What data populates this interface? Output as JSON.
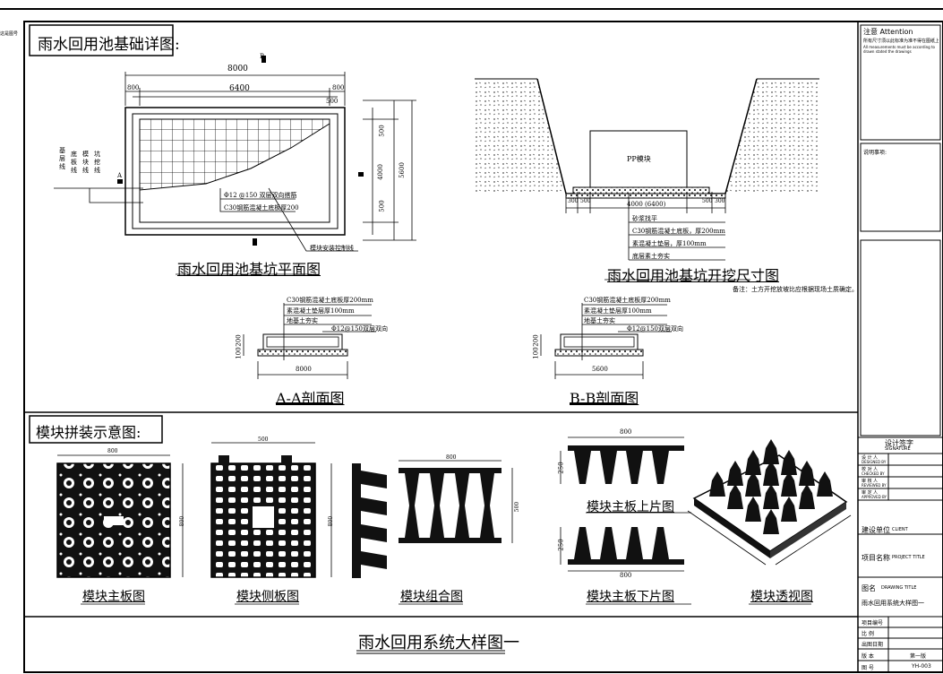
{
  "frame": {
    "bg": "#ffffff",
    "ink": "#000000"
  },
  "sections": {
    "foundation_header": "雨水回用池基础详图:",
    "module_header": "模块拼装示意图:"
  },
  "plan": {
    "title": "雨水回用池基坑平面图",
    "dim_total": "8000",
    "dim_inner": "6400",
    "dim_left": "800",
    "dim_right": "800",
    "dim_inner_right": "500",
    "dim_v_total": "5600",
    "dim_v_inner": "4000",
    "dim_v_top": "500",
    "dim_v_bottom": "500",
    "rebar_note": "Φ12 @150 双层双向搭筋",
    "slab_note": "C30钢筋混凝土底板厚200",
    "module_line_note": "模块安装控制线",
    "legend_1": "基层线",
    "legend_2": "底板线",
    "legend_3": "模块线",
    "legend_4": "坑挖线",
    "mark_b": "B",
    "mark_a": "A"
  },
  "excavation": {
    "title": "雨水回用池基坑开挖尺寸图",
    "pp_label": "PP模块",
    "dim_main": "4000 (6400)",
    "dim_l1": "300",
    "dim_l2": "500",
    "dim_r1": "500",
    "dim_r2": "300",
    "layer_1": "砂浆找平",
    "layer_2": "C30钢筋混凝土底板，厚200mm",
    "layer_3": "素混凝土垫层，厚100mm",
    "layer_4": "底层素土夯实",
    "remark": "备注：土方开挖放坡比应根据现场土质确定。"
  },
  "section_a": {
    "title": "A-A剖面图",
    "note_1": "C30钢筋混凝土底板厚200mm",
    "note_2": "素混凝土垫层厚100mm",
    "note_3": "地基土夯实",
    "rebar": "Φ12@150双层双向",
    "dim_w": "8000",
    "dim_h1": "200",
    "dim_h2": "100"
  },
  "section_b": {
    "title": "B-B剖面图",
    "note_1": "C30钢筋混凝土底板厚200mm",
    "note_2": "素混凝土垫层厚100mm",
    "note_3": "地基土夯实",
    "rebar": "Φ12@150双层双向",
    "dim_w": "5600",
    "dim_h1": "200",
    "dim_h2": "100"
  },
  "modules": {
    "main_plate": "模块主板图",
    "side_plate": "模块侧板图",
    "assembly": "模块组合图",
    "upper": "模块主板上片图",
    "lower": "模块主板下片图",
    "perspective": "模块透视图",
    "dim_main_w": "800",
    "dim_main_h": "800",
    "dim_side_w": "500",
    "dim_side_h": "800",
    "dim_asm_w": "800",
    "dim_asm_h": "500",
    "dim_upper_w": "800",
    "dim_upper_h": "250",
    "dim_lower_w": "800",
    "dim_lower_h": "250"
  },
  "bottom_title": "雨水回用系统大样图一",
  "title_block": {
    "attention": "注意 Attention",
    "attention_text": "所有尺寸须以此标准为准不得在图纸上",
    "attention_en": "All measurements must be according to drawn stated the drawings",
    "remarks": "说明事项:",
    "signature": "设计签字",
    "signature_en": "SIGNATURE",
    "designer": "设 计 人",
    "designer_en": "DESIGNED BY",
    "checker": "校 对 人",
    "checker_en": "CHECKED BY",
    "reviewer": "审 核 人",
    "reviewer_en": "REVIEWED BY",
    "approver": "审 定 人",
    "approver_en": "APPROVED BY",
    "client_cn": "建设单位",
    "client_en": "CLIENT",
    "project_cn": "项目名称",
    "project_en": "PROJECT TITLE",
    "drawing_cn": "图名",
    "drawing_en": "DRAWING TITLE",
    "drawing_name": "雨水回用系统大样图一",
    "proj_no": "项目编号",
    "scale": "比 例",
    "date": "出图日期",
    "version": "版 本",
    "version_val": "第一版",
    "drawing_no": "图 号",
    "drawing_no_val": "YH-003"
  },
  "side_note": "这是图号"
}
